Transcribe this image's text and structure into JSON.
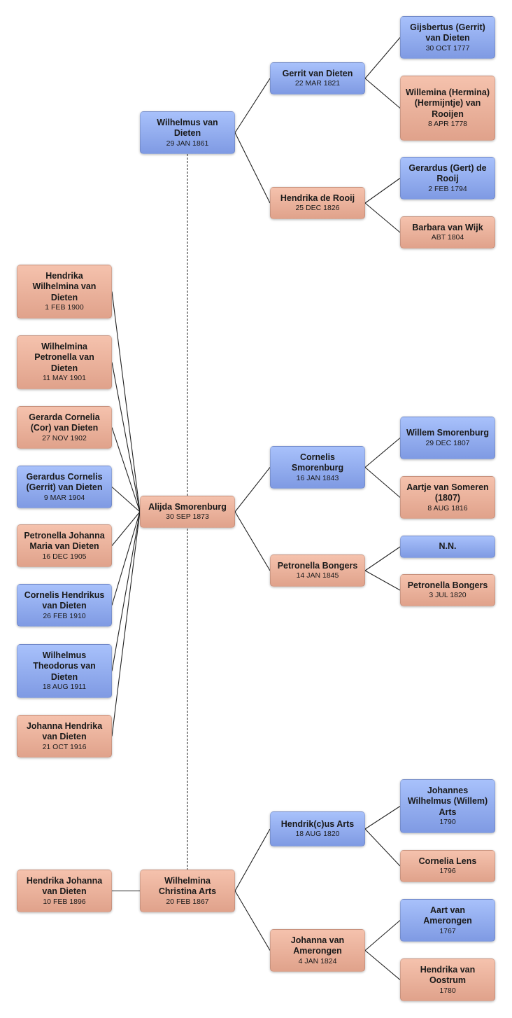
{
  "people": [
    {
      "id": "wilhelmus_1861",
      "name": "Wilhelmus van Dieten",
      "date": "29 JAN 1861",
      "sex": "m"
    },
    {
      "id": "alijda",
      "name": "Alijda Smorenburg",
      "date": "30 SEP 1873",
      "sex": "f"
    },
    {
      "id": "wilhelmina_arts",
      "name": "Wilhelmina Christina Arts",
      "date": "20 FEB 1867",
      "sex": "f"
    },
    {
      "id": "gerrit_1821",
      "name": "Gerrit van Dieten",
      "date": "22 MAR 1821",
      "sex": "m"
    },
    {
      "id": "hendrika_rooij",
      "name": "Hendrika de Rooij",
      "date": "25 DEC 1826",
      "sex": "f"
    },
    {
      "id": "gijsbertus",
      "name": "Gijsbertus (Gerrit) van Dieten",
      "date": "30 OCT 1777",
      "sex": "m"
    },
    {
      "id": "willemina_rooijen",
      "name": "Willemina (Hermina) (Hermijntje) van Rooijen",
      "date": "8 APR 1778",
      "sex": "f"
    },
    {
      "id": "gerardus_rooij",
      "name": "Gerardus (Gert) de Rooij",
      "date": "2 FEB 1794",
      "sex": "m"
    },
    {
      "id": "barbara",
      "name": "Barbara van Wijk",
      "date": "ABT 1804",
      "sex": "f"
    },
    {
      "id": "cornelis_1843",
      "name": "Cornelis Smorenburg",
      "date": "16 JAN 1843",
      "sex": "m"
    },
    {
      "id": "petronella_1845",
      "name": "Petronella Bongers",
      "date": "14 JAN 1845",
      "sex": "f"
    },
    {
      "id": "willem_1807",
      "name": "Willem Smorenburg",
      "date": "29 DEC 1807",
      "sex": "m"
    },
    {
      "id": "aartje",
      "name": "Aartje van Someren   (1807)",
      "date": "8 AUG 1816",
      "sex": "f"
    },
    {
      "id": "nn",
      "name": "N.N.",
      "date": "",
      "sex": "m"
    },
    {
      "id": "petronella_1820",
      "name": "Petronella Bongers",
      "date": "3 JUL 1820",
      "sex": "f"
    },
    {
      "id": "hendrikus_arts",
      "name": "Hendrik(c)us Arts",
      "date": "18 AUG 1820",
      "sex": "m"
    },
    {
      "id": "johanna_amerongen",
      "name": "Johanna van Amerongen",
      "date": "4 JAN 1824",
      "sex": "f"
    },
    {
      "id": "johannes_arts",
      "name": "Johannes Wilhelmus (Willem) Arts",
      "date": "1790",
      "sex": "m"
    },
    {
      "id": "cornelia_lens",
      "name": "Cornelia Lens",
      "date": "1796",
      "sex": "f"
    },
    {
      "id": "aart",
      "name": "Aart van Amerongen",
      "date": "1767",
      "sex": "m"
    },
    {
      "id": "hendrika_oostrum",
      "name": "Hendrika van Oostrum",
      "date": "1780",
      "sex": "f"
    },
    {
      "id": "c1",
      "name": "Hendrika Wilhelmina van Dieten",
      "date": "1 FEB 1900",
      "sex": "f"
    },
    {
      "id": "c2",
      "name": "Wilhelmina Petronella van Dieten",
      "date": "11 MAY 1901",
      "sex": "f"
    },
    {
      "id": "c3",
      "name": "Gerarda Cornelia (Cor) van Dieten",
      "date": "27 NOV 1902",
      "sex": "f"
    },
    {
      "id": "c4",
      "name": "Gerardus Cornelis (Gerrit) van Dieten",
      "date": "9 MAR 1904",
      "sex": "m"
    },
    {
      "id": "c5",
      "name": "Petronella Johanna Maria van Dieten",
      "date": "16 DEC 1905",
      "sex": "f"
    },
    {
      "id": "c6",
      "name": "Cornelis Hendrikus van Dieten",
      "date": "26 FEB 1910",
      "sex": "m"
    },
    {
      "id": "c7",
      "name": "Wilhelmus Theodorus van Dieten",
      "date": "18 AUG 1911",
      "sex": "m"
    },
    {
      "id": "c8",
      "name": "Johanna Hendrika van Dieten",
      "date": "21 OCT 1916",
      "sex": "f"
    },
    {
      "id": "c9",
      "name": "Hendrika Johanna van Dieten",
      "date": "10 FEB 1896",
      "sex": "f"
    }
  ],
  "colors": {
    "male": "#93adee",
    "female": "#eab49e",
    "line": "#222222"
  }
}
